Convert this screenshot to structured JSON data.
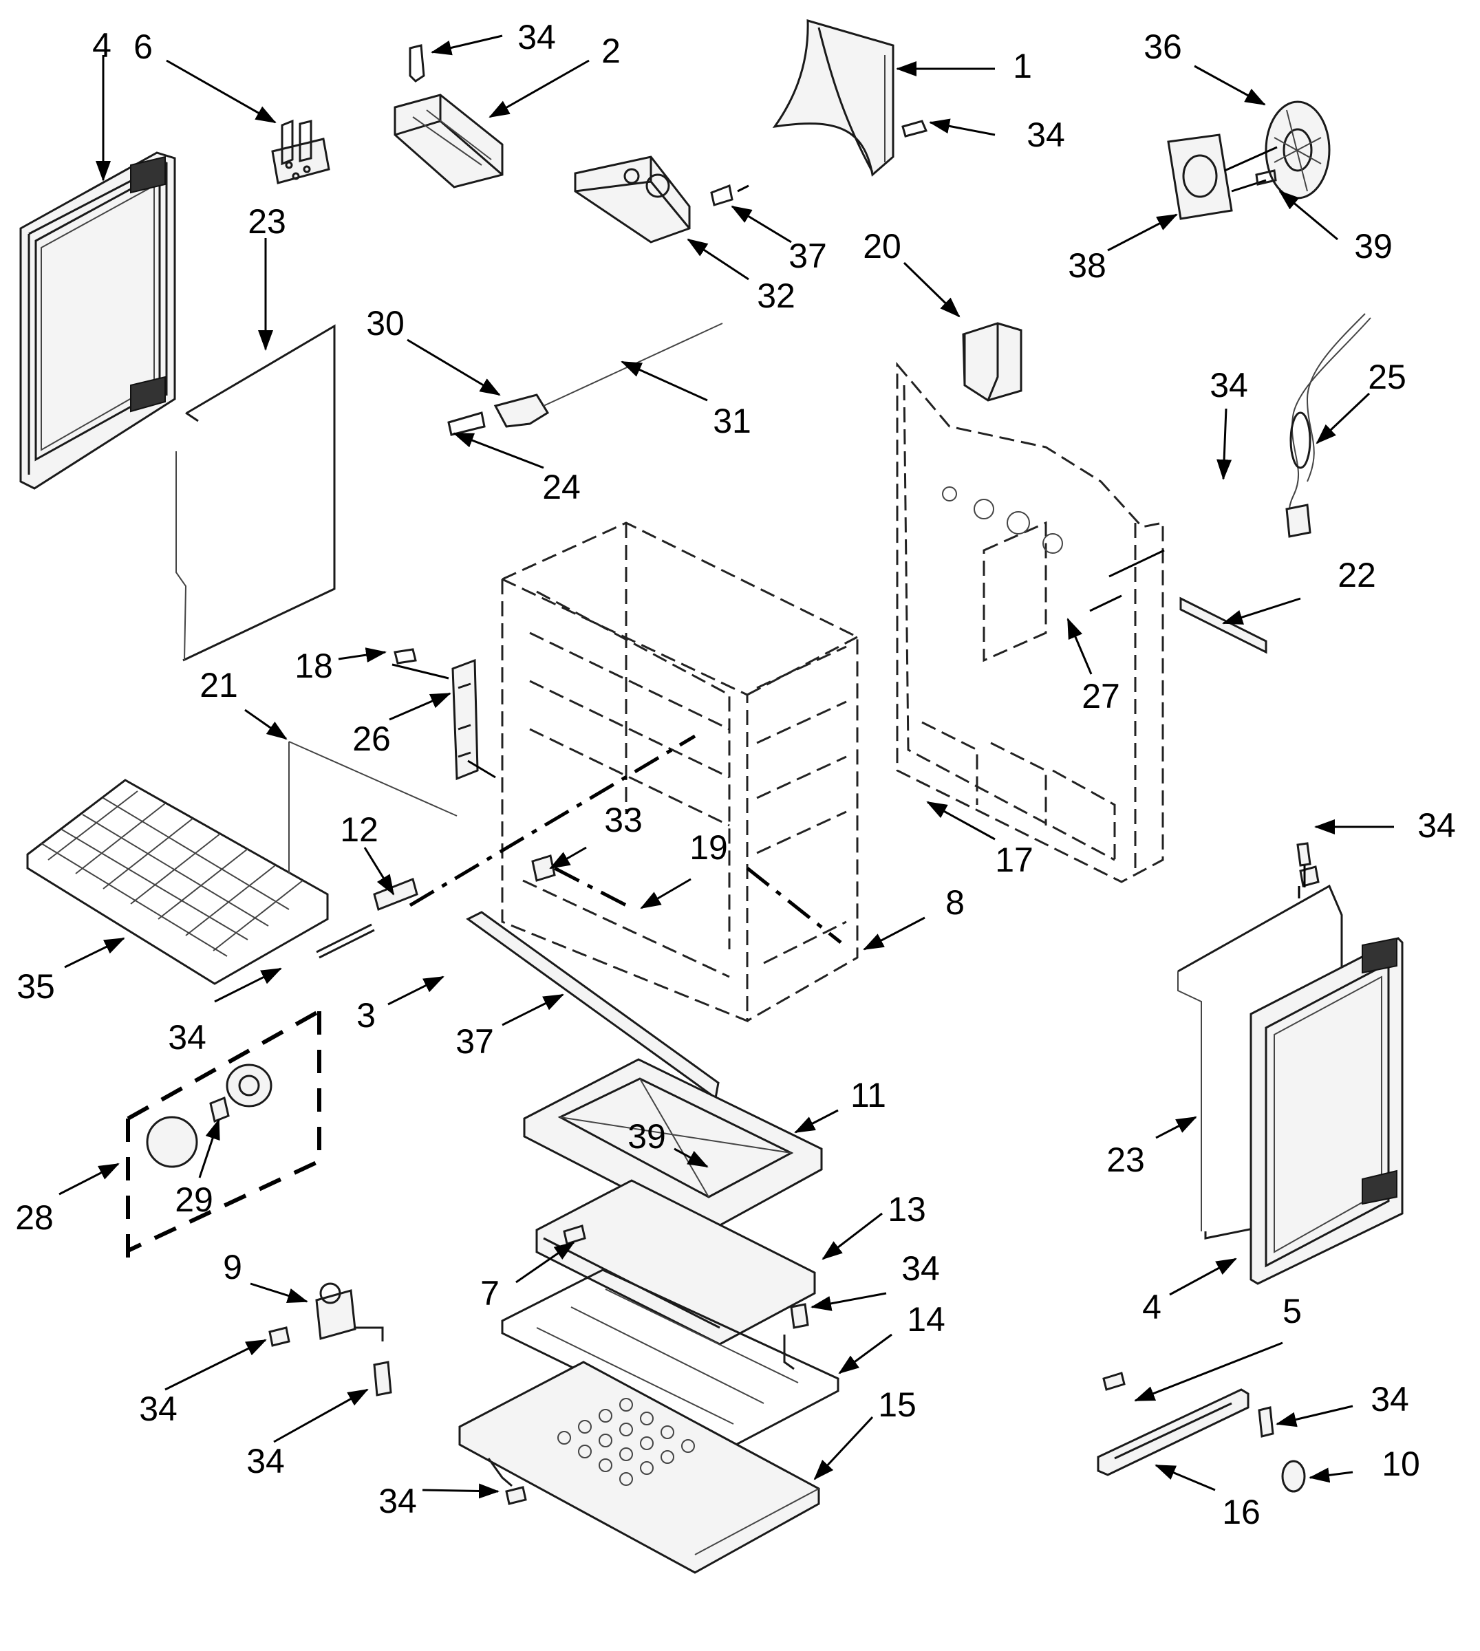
{
  "callouts": [
    {
      "id": "c-4-left",
      "text": "4"
    },
    {
      "id": "c-6",
      "text": "6"
    },
    {
      "id": "c-34-a",
      "text": "34"
    },
    {
      "id": "c-2",
      "text": "2"
    },
    {
      "id": "c-1",
      "text": "1"
    },
    {
      "id": "c-34-b",
      "text": "34"
    },
    {
      "id": "c-36",
      "text": "36"
    },
    {
      "id": "c-37-top",
      "text": "37"
    },
    {
      "id": "c-32",
      "text": "32"
    },
    {
      "id": "c-38",
      "text": "38"
    },
    {
      "id": "c-39-top",
      "text": "39"
    },
    {
      "id": "c-23-left",
      "text": "23"
    },
    {
      "id": "c-20",
      "text": "20"
    },
    {
      "id": "c-30",
      "text": "30"
    },
    {
      "id": "c-31",
      "text": "31"
    },
    {
      "id": "c-25",
      "text": "25"
    },
    {
      "id": "c-34-c",
      "text": "34"
    },
    {
      "id": "c-24",
      "text": "24"
    },
    {
      "id": "c-22",
      "text": "22"
    },
    {
      "id": "c-18",
      "text": "18"
    },
    {
      "id": "c-21",
      "text": "21"
    },
    {
      "id": "c-26",
      "text": "26"
    },
    {
      "id": "c-27",
      "text": "27"
    },
    {
      "id": "c-12",
      "text": "12"
    },
    {
      "id": "c-33",
      "text": "33"
    },
    {
      "id": "c-19",
      "text": "19"
    },
    {
      "id": "c-17",
      "text": "17"
    },
    {
      "id": "c-34-d",
      "text": "34"
    },
    {
      "id": "c-8",
      "text": "8"
    },
    {
      "id": "c-35",
      "text": "35"
    },
    {
      "id": "c-34-e",
      "text": "34"
    },
    {
      "id": "c-3",
      "text": "3"
    },
    {
      "id": "c-37-mid",
      "text": "37"
    },
    {
      "id": "c-11",
      "text": "11"
    },
    {
      "id": "c-39-mid",
      "text": "39"
    },
    {
      "id": "c-23-right",
      "text": "23"
    },
    {
      "id": "c-28",
      "text": "28"
    },
    {
      "id": "c-29",
      "text": "29"
    },
    {
      "id": "c-13",
      "text": "13"
    },
    {
      "id": "c-9",
      "text": "9"
    },
    {
      "id": "c-7",
      "text": "7"
    },
    {
      "id": "c-34-f",
      "text": "34"
    },
    {
      "id": "c-4-right",
      "text": "4"
    },
    {
      "id": "c-14",
      "text": "14"
    },
    {
      "id": "c-5",
      "text": "5"
    },
    {
      "id": "c-34-g",
      "text": "34"
    },
    {
      "id": "c-15",
      "text": "15"
    },
    {
      "id": "c-34-h",
      "text": "34"
    },
    {
      "id": "c-34-i",
      "text": "34"
    },
    {
      "id": "c-10",
      "text": "10"
    },
    {
      "id": "c-34-j",
      "text": "34"
    },
    {
      "id": "c-16",
      "text": "16"
    }
  ]
}
